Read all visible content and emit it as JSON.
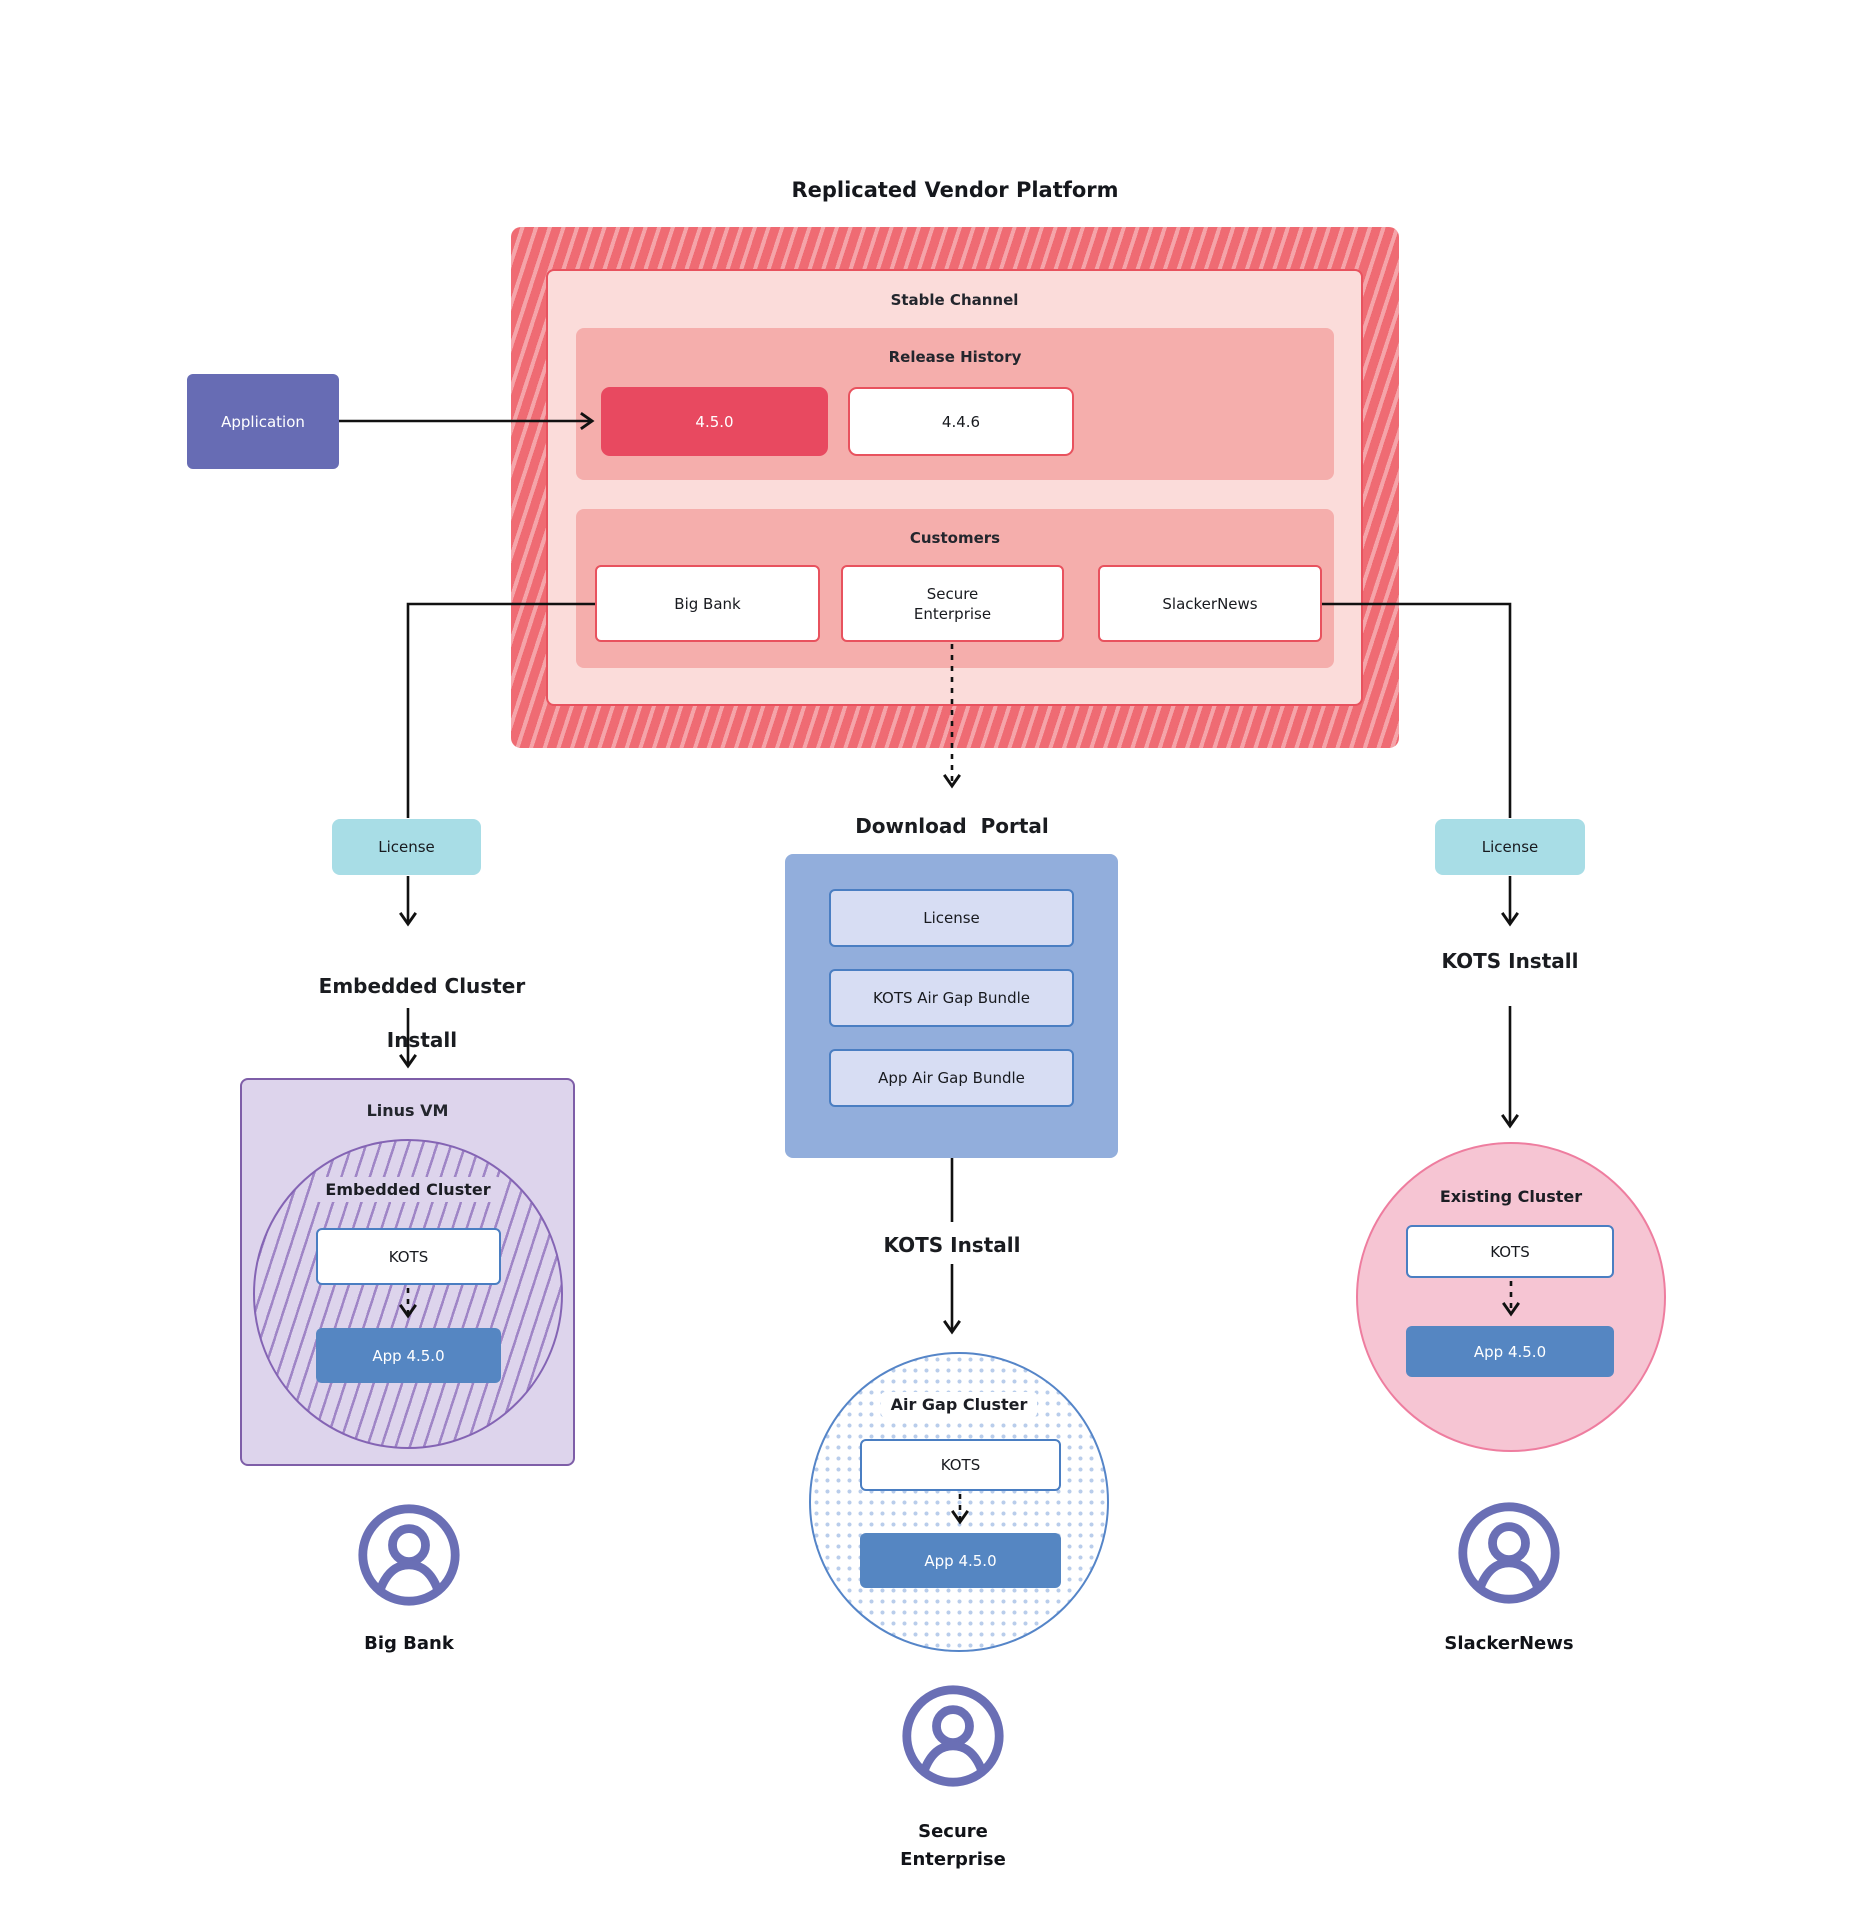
{
  "title": "Replicated Vendor Platform",
  "colors": {
    "platform_red": "#ef6b73",
    "platform_red_stripe": "#f5a4a9",
    "channel_pink": "#fbdcda",
    "panel_salmon": "#f5aeac",
    "release_highlight_red": "#e84960",
    "box_border_red": "#e8525e",
    "application_purple": "#676cb4",
    "license_cyan": "#a8dde6",
    "portal_blue": "#92aedc",
    "portal_item_blue": "#d7ddf3",
    "kots_border_blue": "#4a7ec2",
    "app_blue": "#5586c2",
    "vm_purple_fill": "#ddd4ec",
    "vm_purple_border": "#7e5ea8",
    "existing_cluster_pink": "#f6c5d3",
    "existing_cluster_border": "#ee7d9f",
    "airgap_border_blue": "#5585c8",
    "user_icon_purple": "#6a6fb5"
  },
  "application": {
    "label": "Application"
  },
  "platform": {
    "stable_channel_label": "Stable Channel",
    "release_history": {
      "label": "Release History",
      "releases": [
        {
          "version": "4.5.0"
        },
        {
          "version": "4.4.6"
        }
      ]
    },
    "customers": {
      "label": "Customers",
      "items": [
        {
          "name": "Big Bank"
        },
        {
          "line1": "Secure",
          "line2": "Enterprise"
        },
        {
          "name": "SlackerNews"
        }
      ]
    }
  },
  "left_flow": {
    "license_label": "License",
    "install_line1": "Embedded Cluster",
    "install_line2": "Install",
    "vm_title": "Linus VM",
    "cluster_title": "Embedded Cluster",
    "kots_label": "KOTS",
    "app_label": "App 4.5.0",
    "user_label": "Big Bank"
  },
  "middle_flow": {
    "portal_title": "Download  Portal",
    "portal_items": [
      "License",
      "KOTS Air Gap Bundle",
      "App Air Gap Bundle"
    ],
    "install_label": "KOTS Install",
    "cluster_title": "Air Gap Cluster",
    "kots_label": "KOTS",
    "app_label": "App 4.5.0",
    "user_line1": "Secure",
    "user_line2": "Enterprise"
  },
  "right_flow": {
    "license_label": "License",
    "install_label": "KOTS Install",
    "cluster_title": "Existing Cluster",
    "kots_label": "KOTS",
    "app_label": "App 4.5.0",
    "user_label": "SlackerNews"
  }
}
